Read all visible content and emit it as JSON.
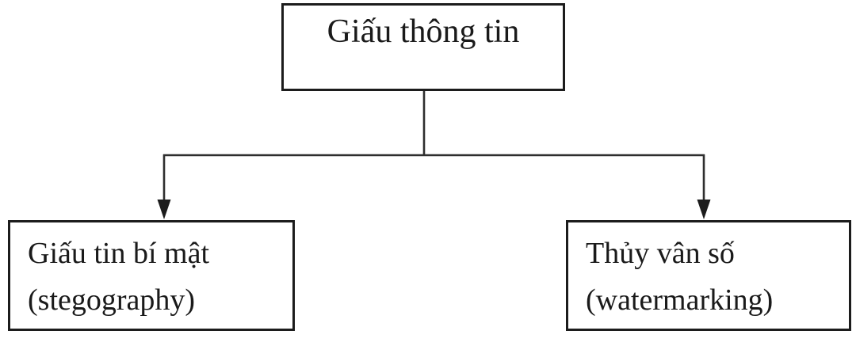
{
  "diagram": {
    "type": "tree",
    "root": {
      "label": "Giấu thông tin"
    },
    "children": [
      {
        "id": "steganography",
        "label_line1": "Giấu tin bí mật",
        "label_line2": "(stegography)"
      },
      {
        "id": "watermarking",
        "label_line1": "Thủy vân số",
        "label_line2": "(watermarking)"
      }
    ],
    "colors": {
      "background": "#ffffff",
      "box_border": "#1c1c1c",
      "connector_line": "#2e2e2e",
      "text": "#1a1a1a"
    }
  }
}
